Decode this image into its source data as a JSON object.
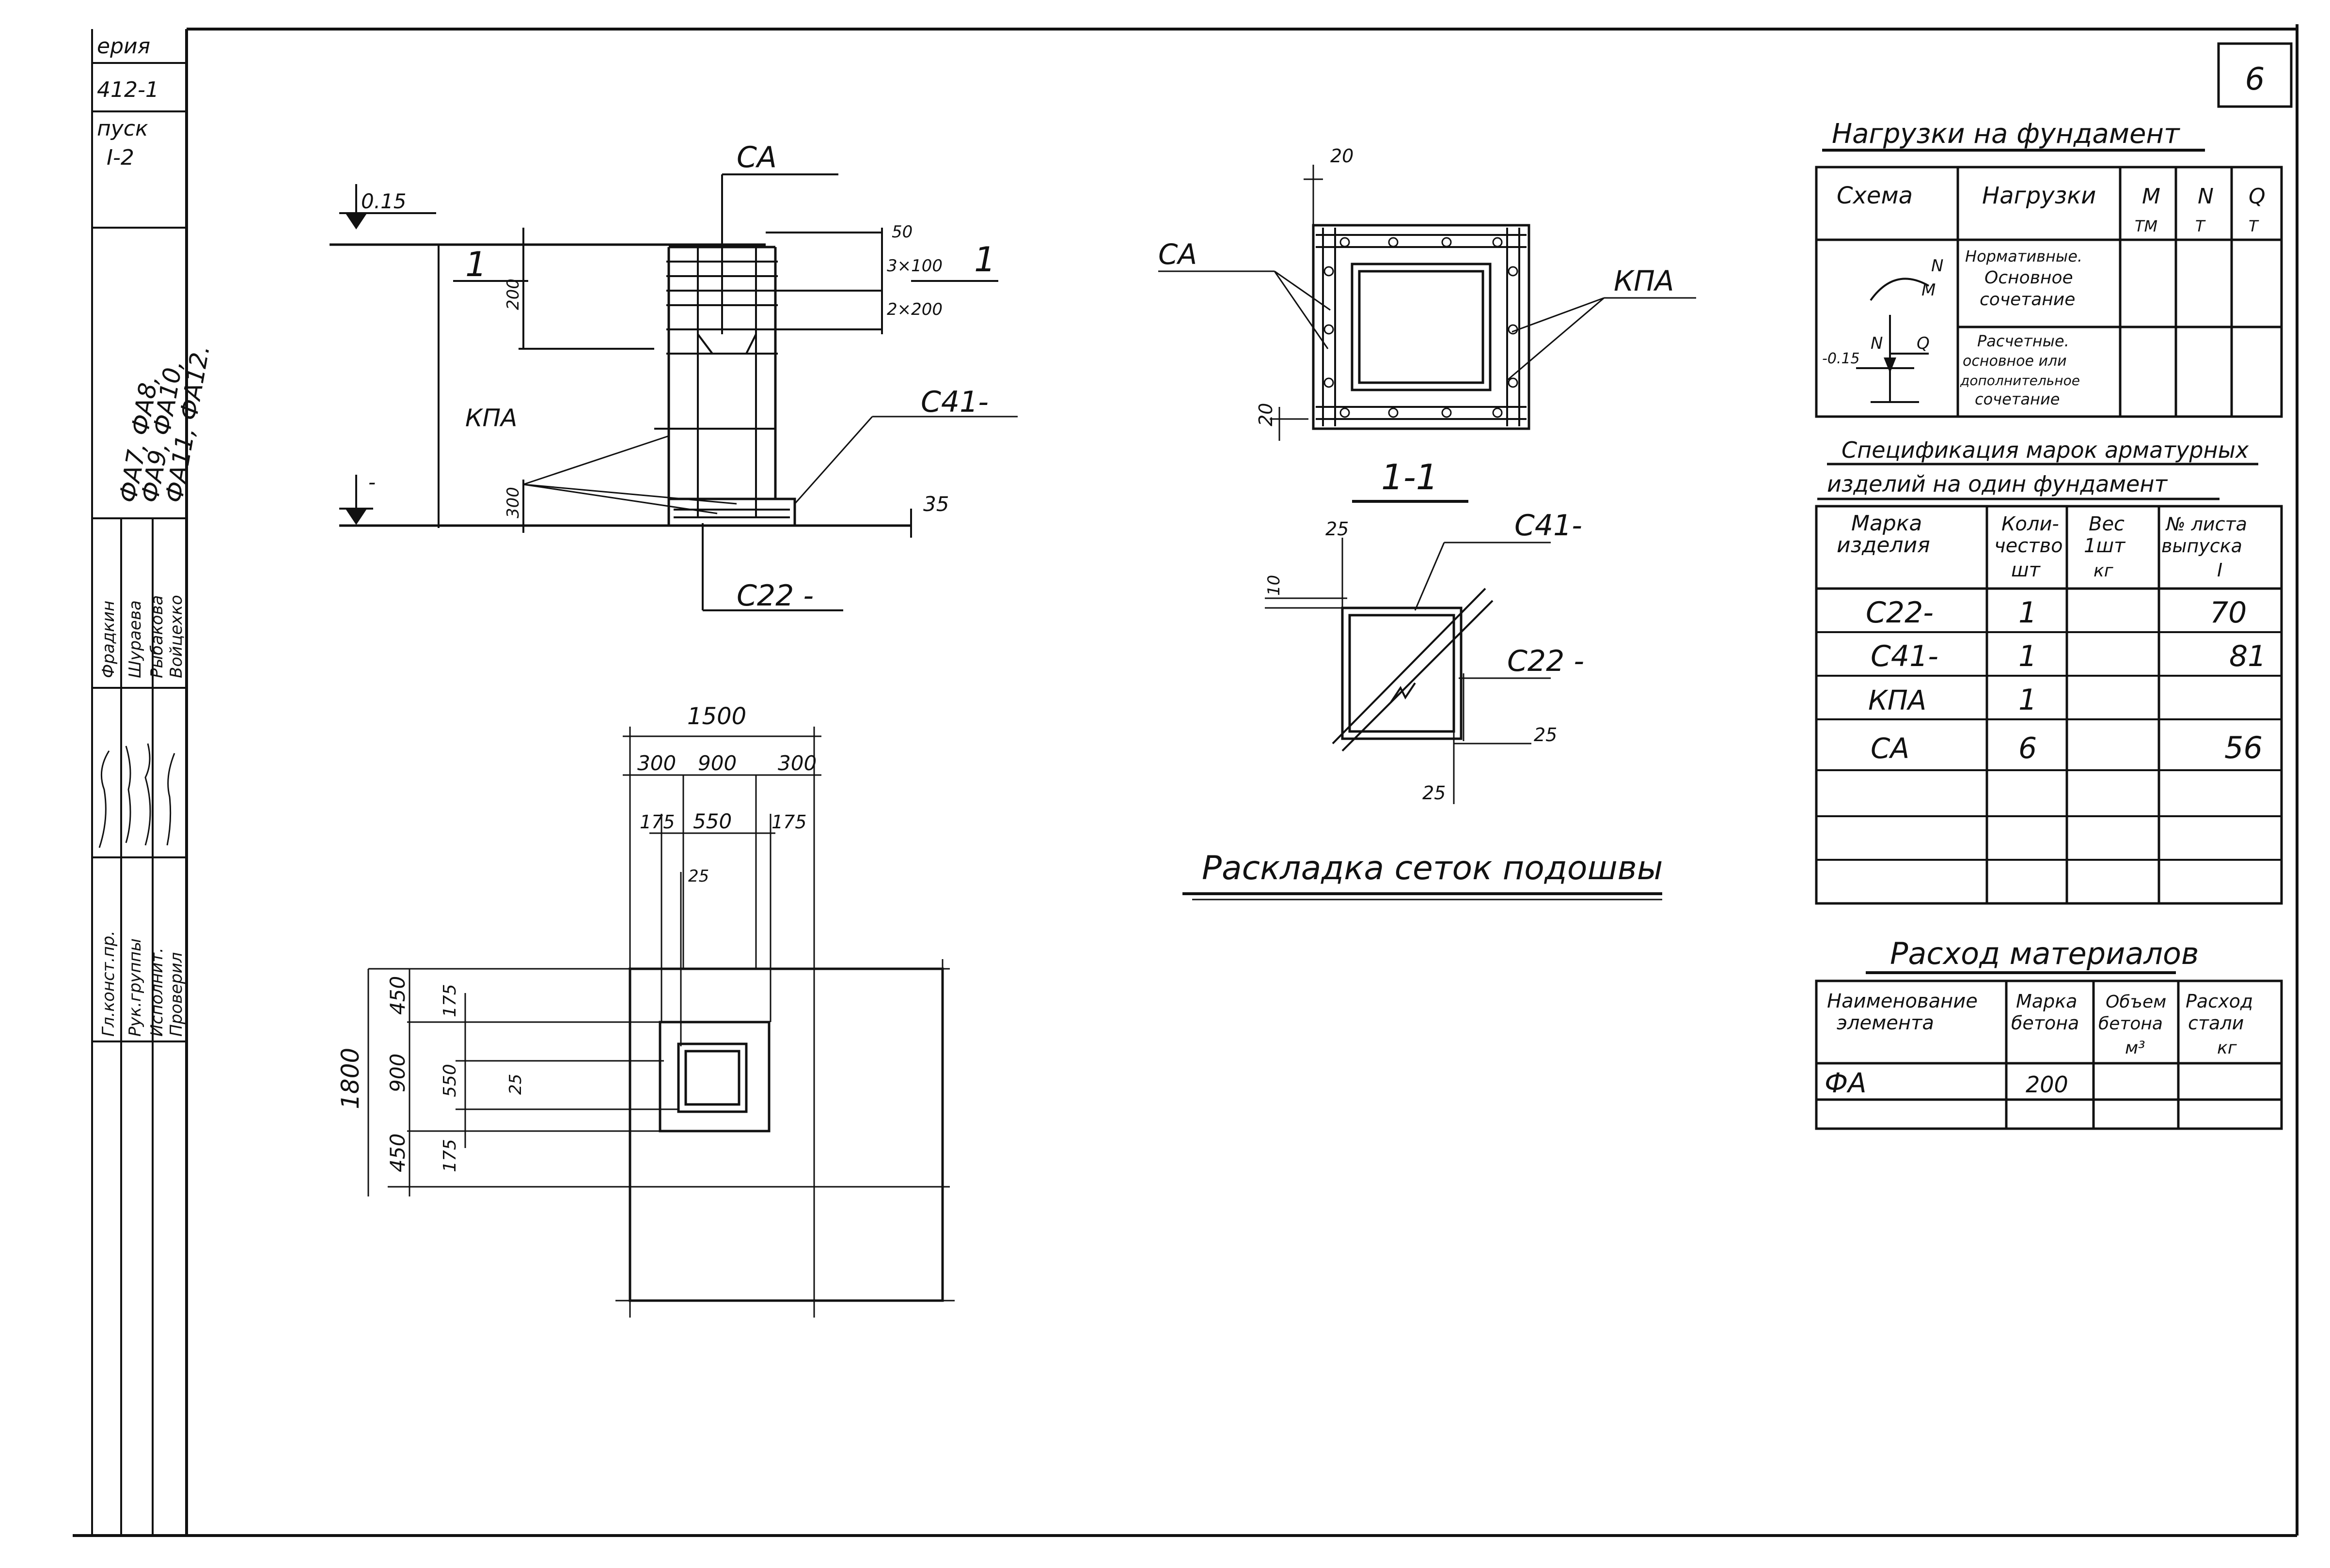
{
  "sheet": {
    "number": "6",
    "title_block": {
      "series_label": "ерия",
      "series_value": "412-1",
      "issue_label": "пуск",
      "issue_value": "I-2",
      "marks_line1": "ФА7, ФА8,",
      "marks_line2": "ФА9, ФА10,",
      "marks_line3": "ФА11, ФА12.",
      "roles": [
        "Гл.конст.пр.",
        "Рук.группы",
        "Исполнит.",
        "Проверил"
      ],
      "names": [
        "Фрадкин",
        "Шураева",
        "Рыбакова",
        "Войцехко"
      ]
    }
  },
  "elevation": {
    "section_mark_ca": "СА",
    "elev_top": "0.15",
    "elev_bottom": "-",
    "section_1": "1",
    "dim_50": "50",
    "dim_3x100": "3×100",
    "dim_2x200": "2×200",
    "dim_200": "200",
    "dim_300": "300",
    "dim_35": "35",
    "label_kpa": "КПА",
    "label_c41": "С41-",
    "label_c22": "С22 -"
  },
  "plan": {
    "overall_width": "1500",
    "w_300_left": "300",
    "w_900": "900",
    "w_300_right": "300",
    "w_175_left": "175",
    "w_550": "550",
    "w_175_right": "175",
    "dim_25_top": "25",
    "overall_height": "1800",
    "h_450_top": "450",
    "h_900": "900",
    "h_450_bottom": "450",
    "h_175_top": "175",
    "h_550": "550",
    "h_175_bottom": "175",
    "dim_25_left": "25"
  },
  "cage_plan": {
    "dim_20_top": "20",
    "dim_20_left": "20",
    "label_ca": "СА",
    "label_kpa": "КПА"
  },
  "section_1_1": {
    "title": "1-1",
    "dim_25_top": "25",
    "dim_10": "10",
    "label_c41": "С41-",
    "label_c22": "С22 -",
    "dim_25_right": "25",
    "dim_25_bottom": "25"
  },
  "mesh_layout_caption": "Раскладка сеток подошвы",
  "loads_table": {
    "title": "Нагрузки на фундамент",
    "headers": [
      "Схема",
      "Нагрузки",
      "M",
      "N",
      "Q"
    ],
    "units": [
      "ТМ",
      "Т",
      "Т"
    ],
    "row1": [
      "Нормативные.",
      "Основное",
      "сочетание"
    ],
    "row2": [
      "Расчетные.",
      "основное или",
      "дополнительное",
      "сочетание"
    ],
    "scheme_labels": [
      "N",
      "M",
      "N",
      "Q",
      "-0.15"
    ]
  },
  "spec_table": {
    "title_line1": "Спецификация марок арматурных",
    "title_line2": "изделий на один фундамент",
    "headers": [
      [
        "Марка",
        "изделия"
      ],
      [
        "Коли-",
        "чество",
        "шт"
      ],
      [
        "Вес",
        "1шт",
        "кг"
      ],
      [
        "№ листа",
        "выпуска",
        "I"
      ]
    ],
    "rows": [
      [
        "С22-",
        "1",
        "",
        "70"
      ],
      [
        "С41-",
        "1",
        "",
        "81"
      ],
      [
        "КПА",
        "1",
        "",
        ""
      ],
      [
        "СА",
        "6",
        "",
        "56"
      ]
    ]
  },
  "materials_table": {
    "title": "Расход материалов",
    "headers": [
      [
        "Наименование",
        "элемента"
      ],
      [
        "Марка",
        "бетона"
      ],
      [
        "Объем",
        "бетона",
        "м³"
      ],
      [
        "Расход",
        "стали",
        "кг"
      ]
    ],
    "rows": [
      [
        "ФА",
        "200",
        "",
        ""
      ]
    ]
  },
  "colors": {
    "ink": "#111111",
    "paper": "#ffffff"
  }
}
